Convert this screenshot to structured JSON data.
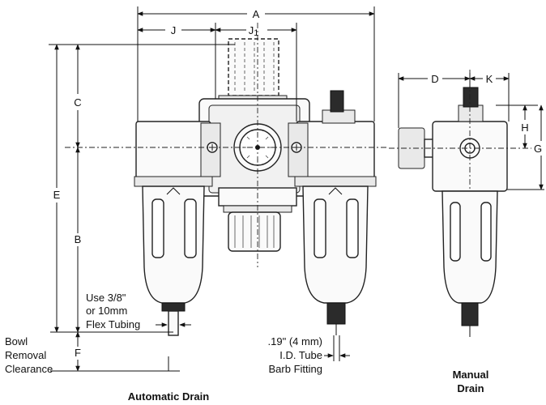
{
  "dimensions": {
    "A": "A",
    "J": "J",
    "J1": "J",
    "J1_sub": "1",
    "C": "C",
    "E": "E",
    "B": "B",
    "F": "F",
    "D": "D",
    "K": "K",
    "H": "H",
    "G": "G"
  },
  "notes": {
    "flex_tubing": [
      "Use 3/8\"",
      "or 10mm",
      "Flex Tubing"
    ],
    "bowl_removal": [
      "Bowl",
      "Removal",
      "Clearance"
    ],
    "barb_fitting": [
      ".19\" (4 mm)",
      "I.D. Tube",
      "Barb Fitting"
    ]
  },
  "captions": {
    "automatic_drain": "Automatic Drain",
    "manual_drain": [
      "Manual",
      "Drain"
    ]
  }
}
